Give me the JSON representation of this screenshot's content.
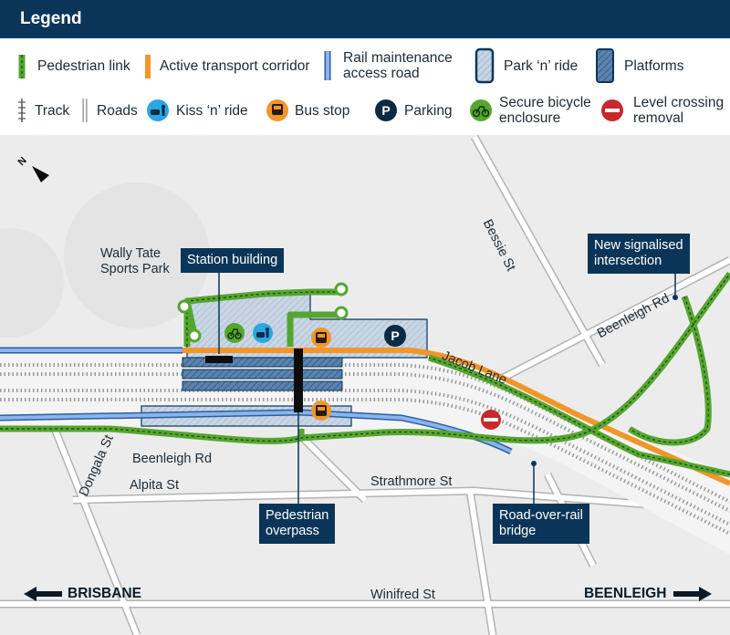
{
  "legend": {
    "title": "Legend",
    "items": {
      "pedestrian_link": "Pedestrian link",
      "active_transport": "Active transport corridor",
      "rail_maintenance": "Rail maintenance access road",
      "park_ride": "Park ‘n’ ride",
      "platforms": "Platforms",
      "track": "Track",
      "roads": "Roads",
      "kiss_ride": "Kiss ‘n’ ride",
      "bus_stop": "Bus stop",
      "parking": "Parking",
      "parking_symbol": "P",
      "secure_bicycle": "Secure bicycle enclosure",
      "level_crossing": "Level crossing removal"
    }
  },
  "map": {
    "streets": {
      "bessie": "Bessie St",
      "beenleigh_rd_east": "Beenleigh Rd",
      "beenleigh_rd_west": "Beenleigh Rd",
      "jacob": "Jacob Lane",
      "alpita": "Alpita St",
      "strathmore": "Strathmore St",
      "dongala": "Dongala St",
      "winifred": "Winifred St"
    },
    "places": {
      "sports_park": [
        "Wally Tate",
        "Sports Park"
      ]
    },
    "callouts": {
      "station_building": "Station building",
      "new_intersection": [
        "New signalised",
        "intersection"
      ],
      "pedestrian_overpass": [
        "Pedestrian",
        "overpass"
      ],
      "road_over_rail": [
        "Road-over-rail",
        "bridge"
      ]
    },
    "directions": {
      "west": "BRISBANE",
      "east": "BEENLEIGH"
    },
    "north_label": "N"
  },
  "colors": {
    "navy": "#0b3558",
    "green": "#55a630",
    "orange": "#f0962b",
    "blue": "#2aa6e0",
    "red": "#c8272d",
    "maintenance": "#6a9be0",
    "platform": "#3e6a98",
    "parkride": "#c5d4e4",
    "road": "#ffffff"
  }
}
